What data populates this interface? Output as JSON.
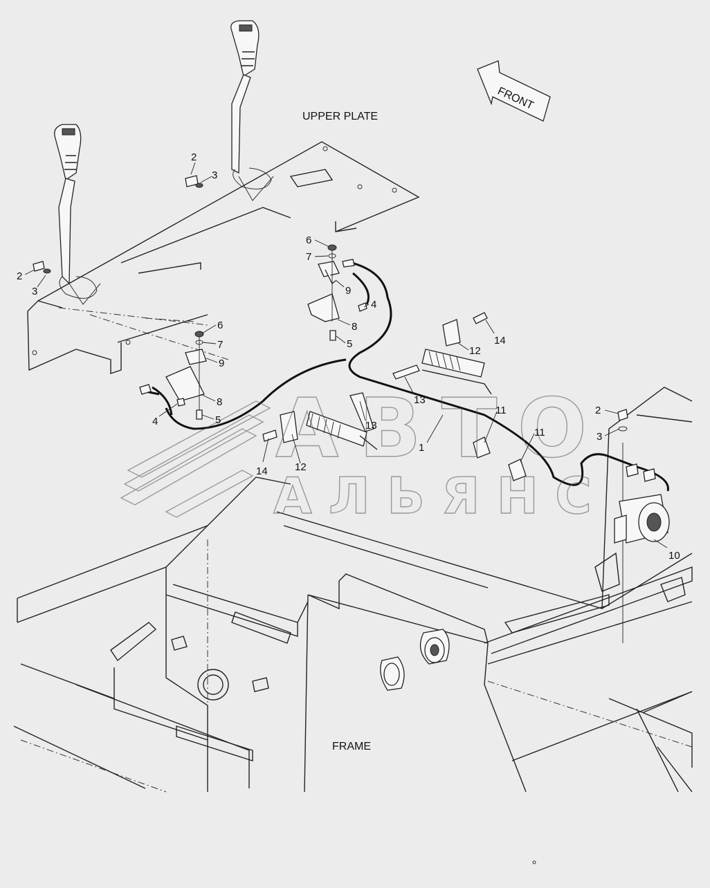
{
  "texts": {
    "upper_plate": "UPPER PLATE",
    "frame": "FRAME",
    "front": "FRONT",
    "watermark_top": "АВТО",
    "watermark_bottom": "АЛЬЯНС"
  },
  "callouts": [
    {
      "id": "c2a",
      "text": "2"
    },
    {
      "id": "c3a",
      "text": "3"
    },
    {
      "id": "c2b",
      "text": "2"
    },
    {
      "id": "c3b",
      "text": "3"
    },
    {
      "id": "c6a",
      "text": "6"
    },
    {
      "id": "c7a",
      "text": "7"
    },
    {
      "id": "c9a",
      "text": "9"
    },
    {
      "id": "c4a",
      "text": "4"
    },
    {
      "id": "c8a",
      "text": "8"
    },
    {
      "id": "c5a",
      "text": "5"
    },
    {
      "id": "c14a",
      "text": "14"
    },
    {
      "id": "c12a",
      "text": "12"
    },
    {
      "id": "c6b",
      "text": "6"
    },
    {
      "id": "c7b",
      "text": "7"
    },
    {
      "id": "c9b",
      "text": "9"
    },
    {
      "id": "c8b",
      "text": "8"
    },
    {
      "id": "c4b",
      "text": "4"
    },
    {
      "id": "c5b",
      "text": "5"
    },
    {
      "id": "c13a",
      "text": "13"
    },
    {
      "id": "c13b",
      "text": "13"
    },
    {
      "id": "c11a",
      "text": "11"
    },
    {
      "id": "c11b",
      "text": "11"
    },
    {
      "id": "c1",
      "text": "1"
    },
    {
      "id": "c14b",
      "text": "14"
    },
    {
      "id": "c12b",
      "text": "12"
    },
    {
      "id": "c2c",
      "text": "2"
    },
    {
      "id": "c3c",
      "text": "3"
    },
    {
      "id": "c10",
      "text": "10"
    }
  ]
}
